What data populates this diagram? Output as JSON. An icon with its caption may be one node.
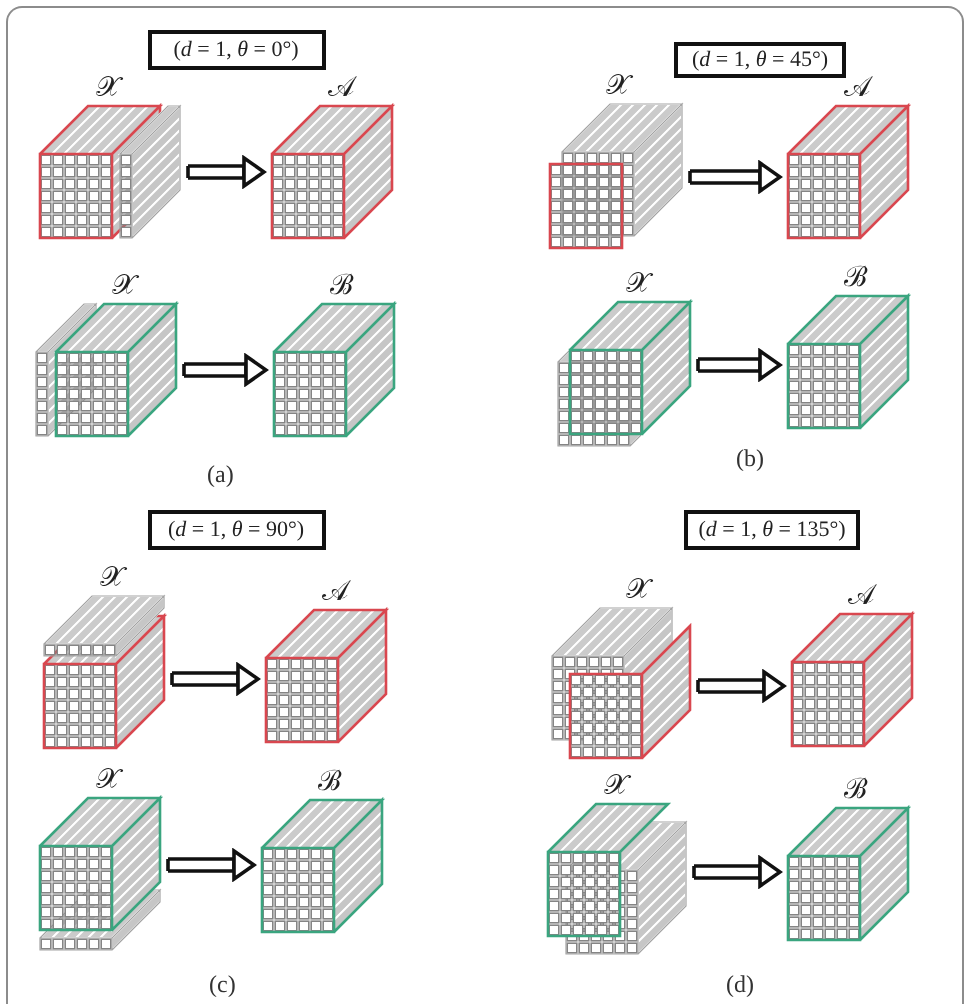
{
  "diagram": {
    "nodes": [
      {
        "text": [
          "(*d* = 1, *θ* = 0°)"
        ]
      },
      {
        "text": [
          "𝒳"
        ]
      },
      {
        "text": [
          "𝒜"
        ]
      },
      {
        "text": [
          "𝒳"
        ]
      },
      {
        "text": [
          "ℬ"
        ]
      },
      {
        "text": [
          "(*d* = 1, *θ* = 45°)"
        ]
      },
      {
        "text": [
          "𝒳"
        ]
      },
      {
        "text": [
          "𝒜"
        ]
      },
      {
        "text": [
          "𝒳"
        ]
      },
      {
        "text": [
          "ℬ"
        ]
      },
      {
        "text": [
          "(*d* = 1, *θ* = 90°)"
        ]
      },
      {
        "text": [
          "𝒳"
        ]
      },
      {
        "text": [
          "𝒜"
        ]
      },
      {
        "text": [
          "𝒳"
        ]
      },
      {
        "text": [
          "ℬ"
        ]
      },
      {
        "text": [
          "(*d* = 1, *θ* = 135°)"
        ]
      },
      {
        "text": [
          "𝒳"
        ]
      },
      {
        "text": [
          "𝒜"
        ]
      },
      {
        "text": [
          "𝒳"
        ]
      },
      {
        "text": [
          "ℬ"
        ]
      }
    ],
    "edges": [
      {
        "from": 1,
        "to": 2,
        "arrow": "to"
      },
      {
        "from": 3,
        "to": 4,
        "arrow": "to"
      },
      {
        "from": 6,
        "to": 7,
        "arrow": "to"
      },
      {
        "from": 8,
        "to": 9,
        "arrow": "to"
      },
      {
        "from": 11,
        "to": 12,
        "arrow": "to"
      },
      {
        "from": 13,
        "to": 14,
        "arrow": "to"
      },
      {
        "from": 16,
        "to": 17,
        "arrow": "to"
      },
      {
        "from": 18,
        "to": 19,
        "arrow": "to"
      }
    ],
    "labels": [
      "(a)",
      "(b)",
      "(c)",
      "(d)"
    ]
  }
}
